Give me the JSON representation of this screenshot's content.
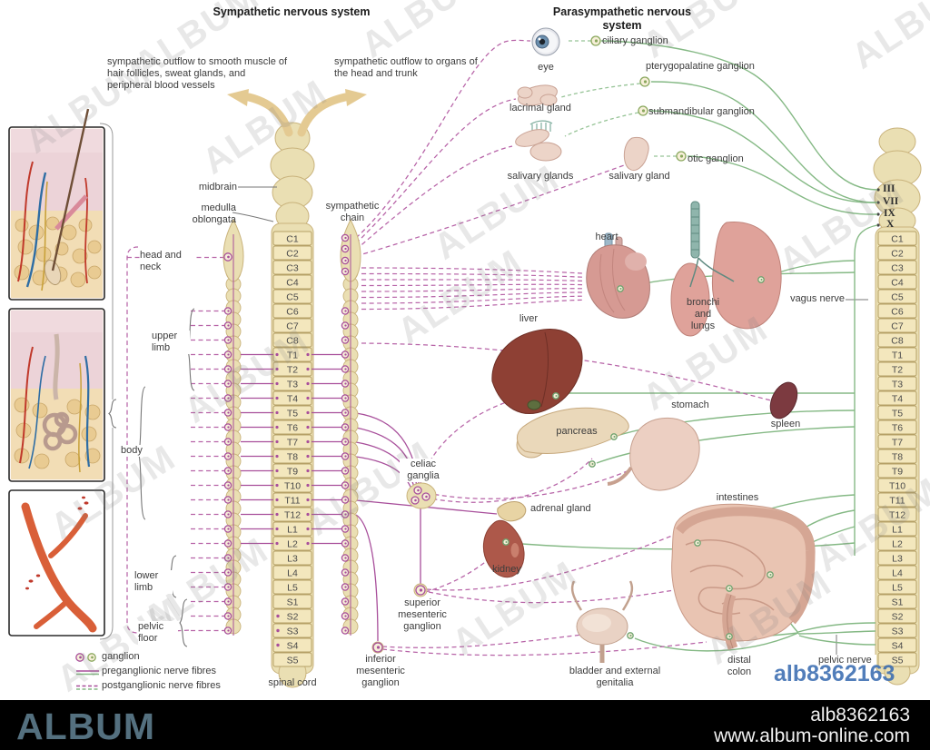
{
  "titles": {
    "left": "Sympathetic nervous system",
    "right": "Parasympathetic nervous system"
  },
  "notes": {
    "outflow_left": "sympathetic outflow to smooth muscle of hair follicles, sweat glands, and peripheral blood vessels",
    "outflow_right": "sympathetic outflow to organs of the head and trunk"
  },
  "cns": {
    "midbrain": "midbrain",
    "medulla": "medulla oblongata",
    "sympathetic_chain": "sympathetic chain",
    "spinal_cord": "spinal cord",
    "vagus_nerve": "vagus nerve",
    "pelvic_nerve": "pelvic nerve"
  },
  "regions": {
    "head_neck": "head and neck",
    "upper_limb": "upper limb",
    "body": "body",
    "lower_limb": "lower limb",
    "pelvic_floor": "pelvic floor"
  },
  "segments": [
    "C1",
    "C2",
    "C3",
    "C4",
    "C5",
    "C6",
    "C7",
    "C8",
    "T1",
    "T2",
    "T3",
    "T4",
    "T5",
    "T6",
    "T7",
    "T8",
    "T9",
    "T10",
    "T11",
    "T12",
    "L1",
    "L2",
    "L3",
    "L4",
    "L5",
    "S1",
    "S2",
    "S3",
    "S4",
    "S5"
  ],
  "cranial_nerves": [
    "III",
    "VII",
    "IX",
    "X"
  ],
  "ganglia": {
    "ciliary": "ciliary ganglion",
    "pterygopalatine": "pterygopalatine ganglion",
    "submandibular": "submandibular ganglion",
    "otic": "otic ganglion",
    "celiac": "celiac ganglia",
    "superior_mesenteric": "superior mesenteric ganglion",
    "inferior_mesenteric": "inferior mesenteric ganglion"
  },
  "organs": {
    "eye": "eye",
    "lacrimal": "lacrimal gland",
    "salivary_glands": "salivary glands",
    "salivary_gland": "salivary gland",
    "heart": "heart",
    "bronchi_lungs": "bronchi and lungs",
    "liver": "liver",
    "pancreas": "pancreas",
    "stomach": "stomach",
    "spleen": "spleen",
    "adrenal": "adrenal gland",
    "kidney": "kidney",
    "intestines": "intestines",
    "distal_colon": "distal colon",
    "bladder": "bladder and external genitalia"
  },
  "legend": {
    "ganglion": "ganglion",
    "preganglionic": "preganglionic nerve fibres",
    "postganglionic": "postganglionic nerve fibres"
  },
  "watermark": {
    "tile": "ALBUM",
    "id": "alb8362163"
  },
  "footer": {
    "brand": "ALBUM",
    "id": "alb8362163",
    "url": "www.album-online.com"
  },
  "colors": {
    "sympathetic": "#a84f9b",
    "sympathetic_dashed": "#b763a7",
    "parasympathetic": "#85b985",
    "column_fill": "#eadfb3",
    "column_stroke": "#c9b37c"
  }
}
